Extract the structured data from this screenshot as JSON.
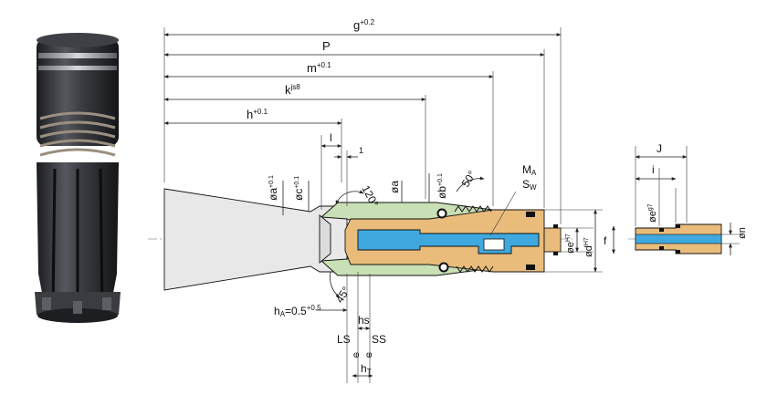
{
  "colors": {
    "taper": "#e6e6e6",
    "collet": "#c9dfb5",
    "nut": "#e9bc7b",
    "coolant": "#3fa9df",
    "seal": "#111111",
    "photo_dark": "#2a2c30"
  },
  "dimensions": {
    "g": {
      "label": "g",
      "tol": "+0.2"
    },
    "P": {
      "label": "P",
      "tol": ""
    },
    "m": {
      "label": "m",
      "tol": "+0.1"
    },
    "k": {
      "label": "k",
      "tol": "js8"
    },
    "h": {
      "label": "h",
      "tol": "+0.1"
    },
    "l": {
      "label": "l"
    },
    "one": {
      "label": "1"
    },
    "angle_120": {
      "label": "120°"
    },
    "angle_50": {
      "label": "50°"
    },
    "angle_45": {
      "label": "45°"
    },
    "oa_tol": {
      "label": "øa",
      "tol": "+0.1"
    },
    "oc": {
      "label": "øc",
      "tol": "+0.1"
    },
    "oa": {
      "label": "øa"
    },
    "ob": {
      "label": "øb",
      "tol": "+0.1"
    },
    "ma": {
      "label": "M",
      "sub": "A"
    },
    "sw": {
      "label": "S",
      "sub": "W"
    },
    "oe_h7": {
      "label": "øe",
      "tol": "H7"
    },
    "od_h7": {
      "label": "ød",
      "tol": "H7"
    },
    "f": {
      "label": "f"
    },
    "ha": {
      "label": "h",
      "sub": "A",
      "rest": "=0.5",
      "tol": "+0.5"
    },
    "hs": {
      "label": "hs"
    },
    "ls": {
      "label": "LS"
    },
    "ss": {
      "label": "SS"
    },
    "ht": {
      "label": "h",
      "sub": "T"
    },
    "J": {
      "label": "J"
    },
    "i": {
      "label": "i"
    },
    "oe_g7": {
      "label": "øe",
      "tol": "g7"
    },
    "on": {
      "label": "øn"
    }
  }
}
